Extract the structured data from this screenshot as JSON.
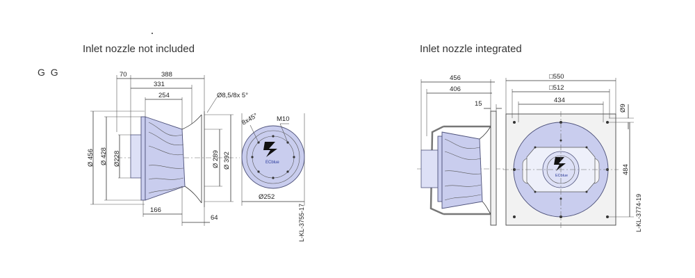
{
  "headings": {
    "left": "Inlet nozzle not included",
    "right": "Inlet nozzle integrated"
  },
  "series_code": "G G",
  "left_drawing": {
    "dims": {
      "d70": "70",
      "d388": "388",
      "d331": "331",
      "d254": "254",
      "d_hole": "Ø8,5/8x 5°",
      "d_dia456": "Ø 456",
      "d_dia428": "Ø 428",
      "d_dia228": "Ø228",
      "d_dia289": "Ø 289",
      "d_dia392": "Ø 392",
      "d166": "166",
      "d64": "64",
      "d_pattern": "8x45°",
      "d_thread": "M10",
      "d_dia252": "Ø252"
    },
    "ref_code": "L-KL-3755-17",
    "logo_text": "ECblue"
  },
  "right_drawing": {
    "dims": {
      "d456": "456",
      "d406": "406",
      "d15": "15",
      "d_sq550": "□550",
      "d_sq512": "□512",
      "d434": "434",
      "d_dia9": "Ø9",
      "d484": "484"
    },
    "ref_code": "L-KL-3774-19",
    "logo_text": "ECblue"
  }
}
